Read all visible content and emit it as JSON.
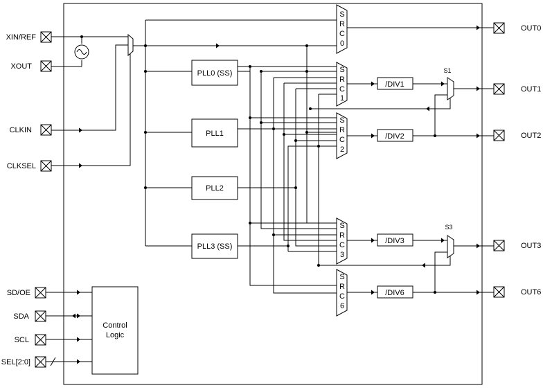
{
  "inputs": {
    "xin": "XIN/REF",
    "xout": "XOUT",
    "clkin": "CLKIN",
    "clksel": "CLKSEL",
    "sdoe": "SD/OE",
    "sda": "SDA",
    "scl": "SCL",
    "sel": "SEL[2:0]"
  },
  "outputs": {
    "out0": "OUT0",
    "out1": "OUT1",
    "out2": "OUT2",
    "out3": "OUT3",
    "out6": "OUT6"
  },
  "plls": {
    "pll0": "PLL0 (SS)",
    "pll1": "PLL1",
    "pll2": "PLL2",
    "pll3": "PLL3 (SS)"
  },
  "dividers": {
    "div1": "/DIV1",
    "div2": "/DIV2",
    "div3": "/DIV3",
    "div6": "/DIV6"
  },
  "muxes": {
    "src0": [
      "S",
      "R",
      "C",
      "0"
    ],
    "src1": [
      "S",
      "R",
      "C",
      "1"
    ],
    "src2": [
      "S",
      "R",
      "C",
      "2"
    ],
    "src3": [
      "S",
      "R",
      "C",
      "3"
    ],
    "src6": [
      "S",
      "R",
      "C",
      "6"
    ]
  },
  "switches": {
    "s1": "S1",
    "s3": "S3"
  },
  "control": {
    "line1": "Control",
    "line2": "Logic"
  }
}
